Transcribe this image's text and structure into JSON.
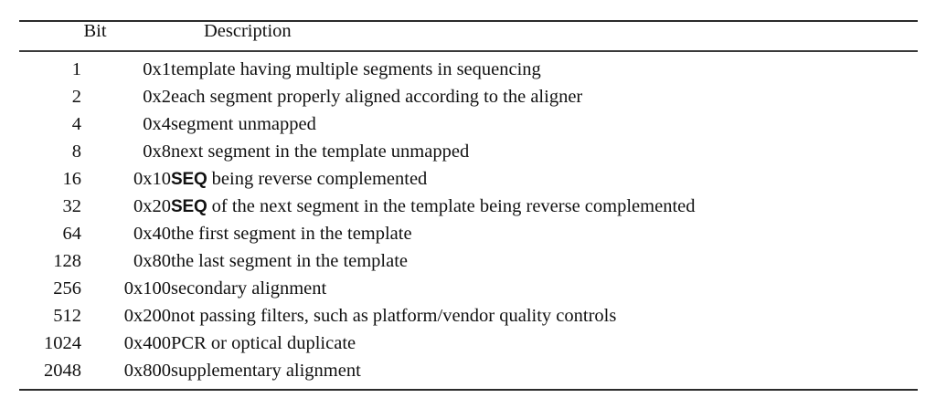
{
  "document": {
    "kind": "latex-booktabs-table",
    "background_color": "#ffffff",
    "text_color": "#111111",
    "rule_color": "#2b2b2b"
  },
  "table": {
    "columns": [
      {
        "key": "decimal",
        "header": "Bit",
        "align": "right"
      },
      {
        "key": "hex",
        "header": "",
        "align": "right"
      },
      {
        "key": "description",
        "header": "Description",
        "align": "left"
      }
    ],
    "header": {
      "bit": "Bit",
      "description": "Description"
    },
    "rows": [
      {
        "decimal": "1",
        "hex": "0x1",
        "description": "template having multiple segments in sequencing",
        "prefix": "",
        "suffix": "template having multiple segments in sequencing"
      },
      {
        "decimal": "2",
        "hex": "0x2",
        "description": "each segment properly aligned according to the aligner",
        "prefix": "",
        "suffix": "each segment properly aligned according to the aligner"
      },
      {
        "decimal": "4",
        "hex": "0x4",
        "description": "segment unmapped",
        "prefix": "",
        "suffix": "segment unmapped"
      },
      {
        "decimal": "8",
        "hex": "0x8",
        "description": "next segment in the template unmapped",
        "prefix": "",
        "suffix": "next segment in the template unmapped"
      },
      {
        "decimal": "16",
        "hex": "0x10",
        "description": "SEQ being reverse complemented",
        "prefix": "SEQ",
        "suffix": " being reverse complemented"
      },
      {
        "decimal": "32",
        "hex": "0x20",
        "description": "SEQ of the next segment in the template being reverse complemented",
        "prefix": "SEQ",
        "suffix": " of the next segment in the template being reverse complemented"
      },
      {
        "decimal": "64",
        "hex": "0x40",
        "description": "the first segment in the template",
        "prefix": "",
        "suffix": "the first segment in the template"
      },
      {
        "decimal": "128",
        "hex": "0x80",
        "description": "the last segment in the template",
        "prefix": "",
        "suffix": "the last segment in the template"
      },
      {
        "decimal": "256",
        "hex": "0x100",
        "description": "secondary alignment",
        "prefix": "",
        "suffix": "secondary alignment"
      },
      {
        "decimal": "512",
        "hex": "0x200",
        "description": "not passing filters, such as platform/vendor quality controls",
        "prefix": "",
        "suffix": "not passing filters, such as platform/vendor quality controls"
      },
      {
        "decimal": "1024",
        "hex": "0x400",
        "description": "PCR or optical duplicate",
        "prefix": "",
        "suffix": "PCR or optical duplicate"
      },
      {
        "decimal": "2048",
        "hex": "0x800",
        "description": "supplementary alignment",
        "prefix": "",
        "suffix": "supplementary alignment"
      }
    ]
  }
}
